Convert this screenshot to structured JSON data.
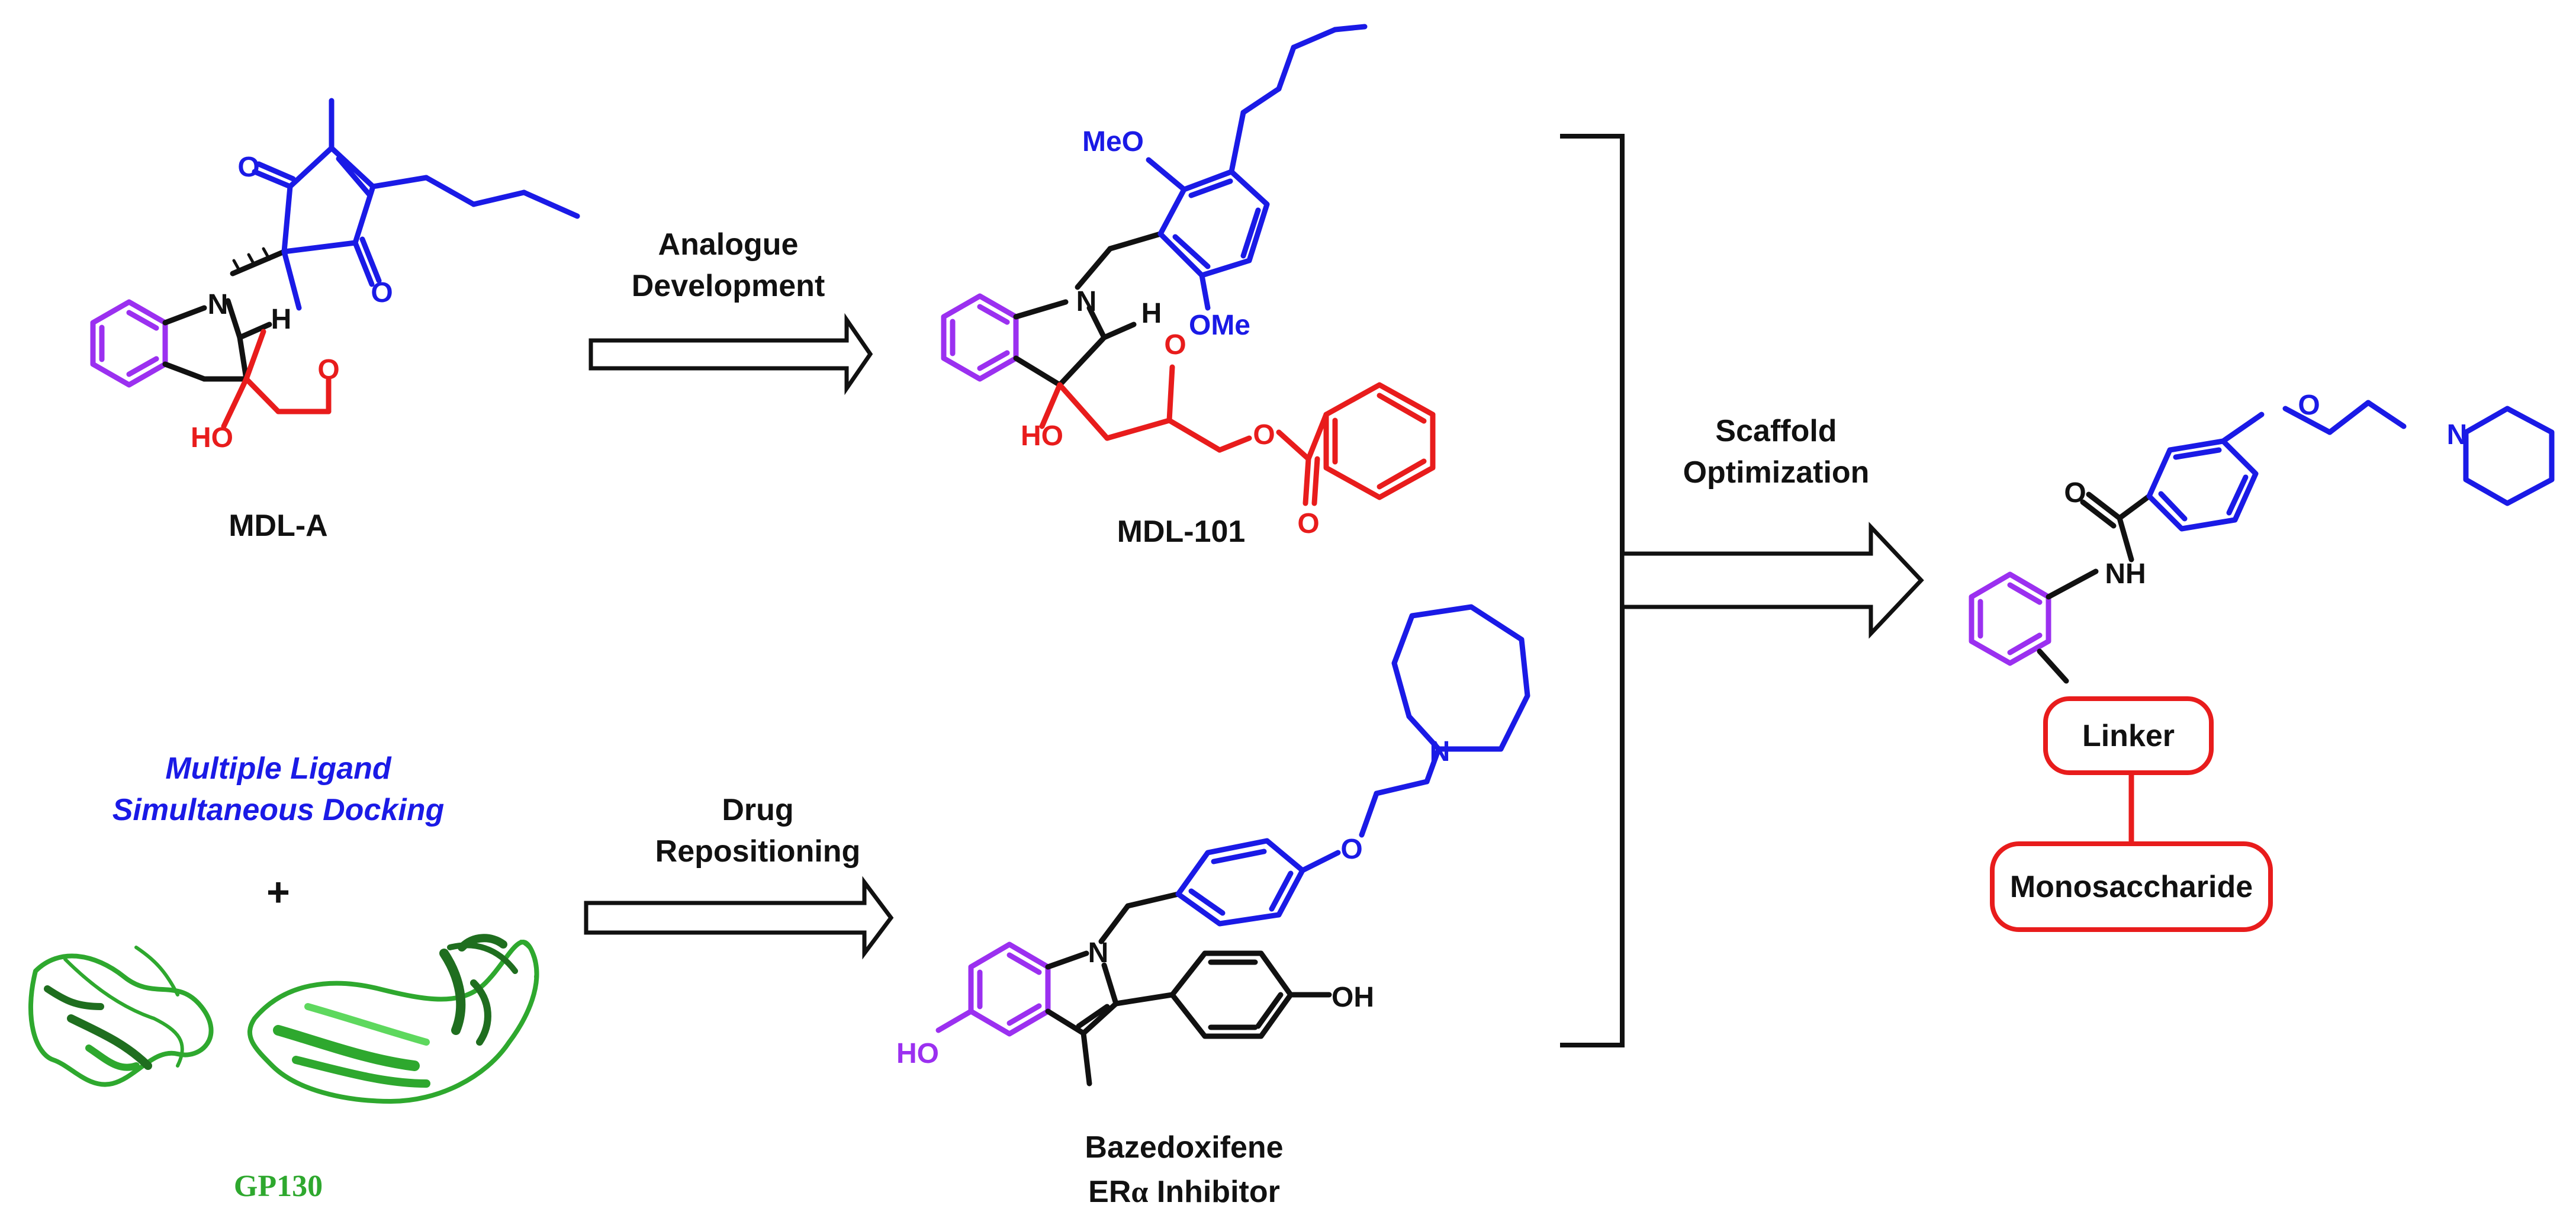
{
  "colors": {
    "blue": "#1a1ae6",
    "purple": "#9b30f0",
    "red": "#e81c1c",
    "green": "#2ea82e",
    "black": "#111111"
  },
  "compounds": {
    "mdl_a": {
      "label": "MDL-A"
    },
    "mdl_101": {
      "label": "MDL-101"
    },
    "bazedoxifene": {
      "label": "Bazedoxifene",
      "sublabel_prefix": "ER",
      "sublabel_greek": "α",
      "sublabel_suffix": " Inhibitor"
    }
  },
  "atoms": {
    "N": "N",
    "H": "H",
    "O": "O",
    "HO": "HO",
    "OH": "OH",
    "MeO": "MeO",
    "OMe": "OMe",
    "NH": "NH"
  },
  "arrows": {
    "analogue": {
      "line1": "Analogue",
      "line2": "Development"
    },
    "drug": {
      "line1": "Drug",
      "line2": "Repositioning"
    },
    "scaffold": {
      "line1": "Scaffold",
      "line2": "Optimization"
    }
  },
  "docking": {
    "line1": "Multiple Ligand",
    "line2": "Simultaneous Docking",
    "plus": "+",
    "protein_label": "GP130"
  },
  "target": {
    "linker_label": "Linker",
    "sugar_label": "Monosaccharide"
  }
}
